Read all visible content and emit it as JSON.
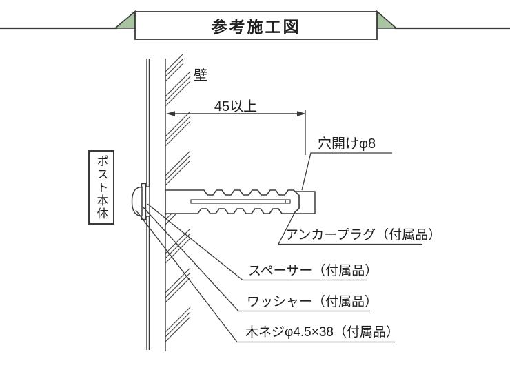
{
  "banner": {
    "title": "参考施工図",
    "accent_color": "#a9c4a1",
    "line_color": "#3a3a3a"
  },
  "diagram": {
    "wall_label": "壁",
    "post_label": "ポスト本体",
    "dimension_label": "45以上",
    "hole_label": "穴開けφ8",
    "part_labels": {
      "anchor": "アンカープラグ（付属品）",
      "spacer": "スペーサー（付属品）",
      "washer": "ワッシャー（付属品）",
      "screw": "木ネジφ4.5×38（付属品）"
    },
    "line_color": "#3a3a3a",
    "background_color": "#ffffff"
  }
}
